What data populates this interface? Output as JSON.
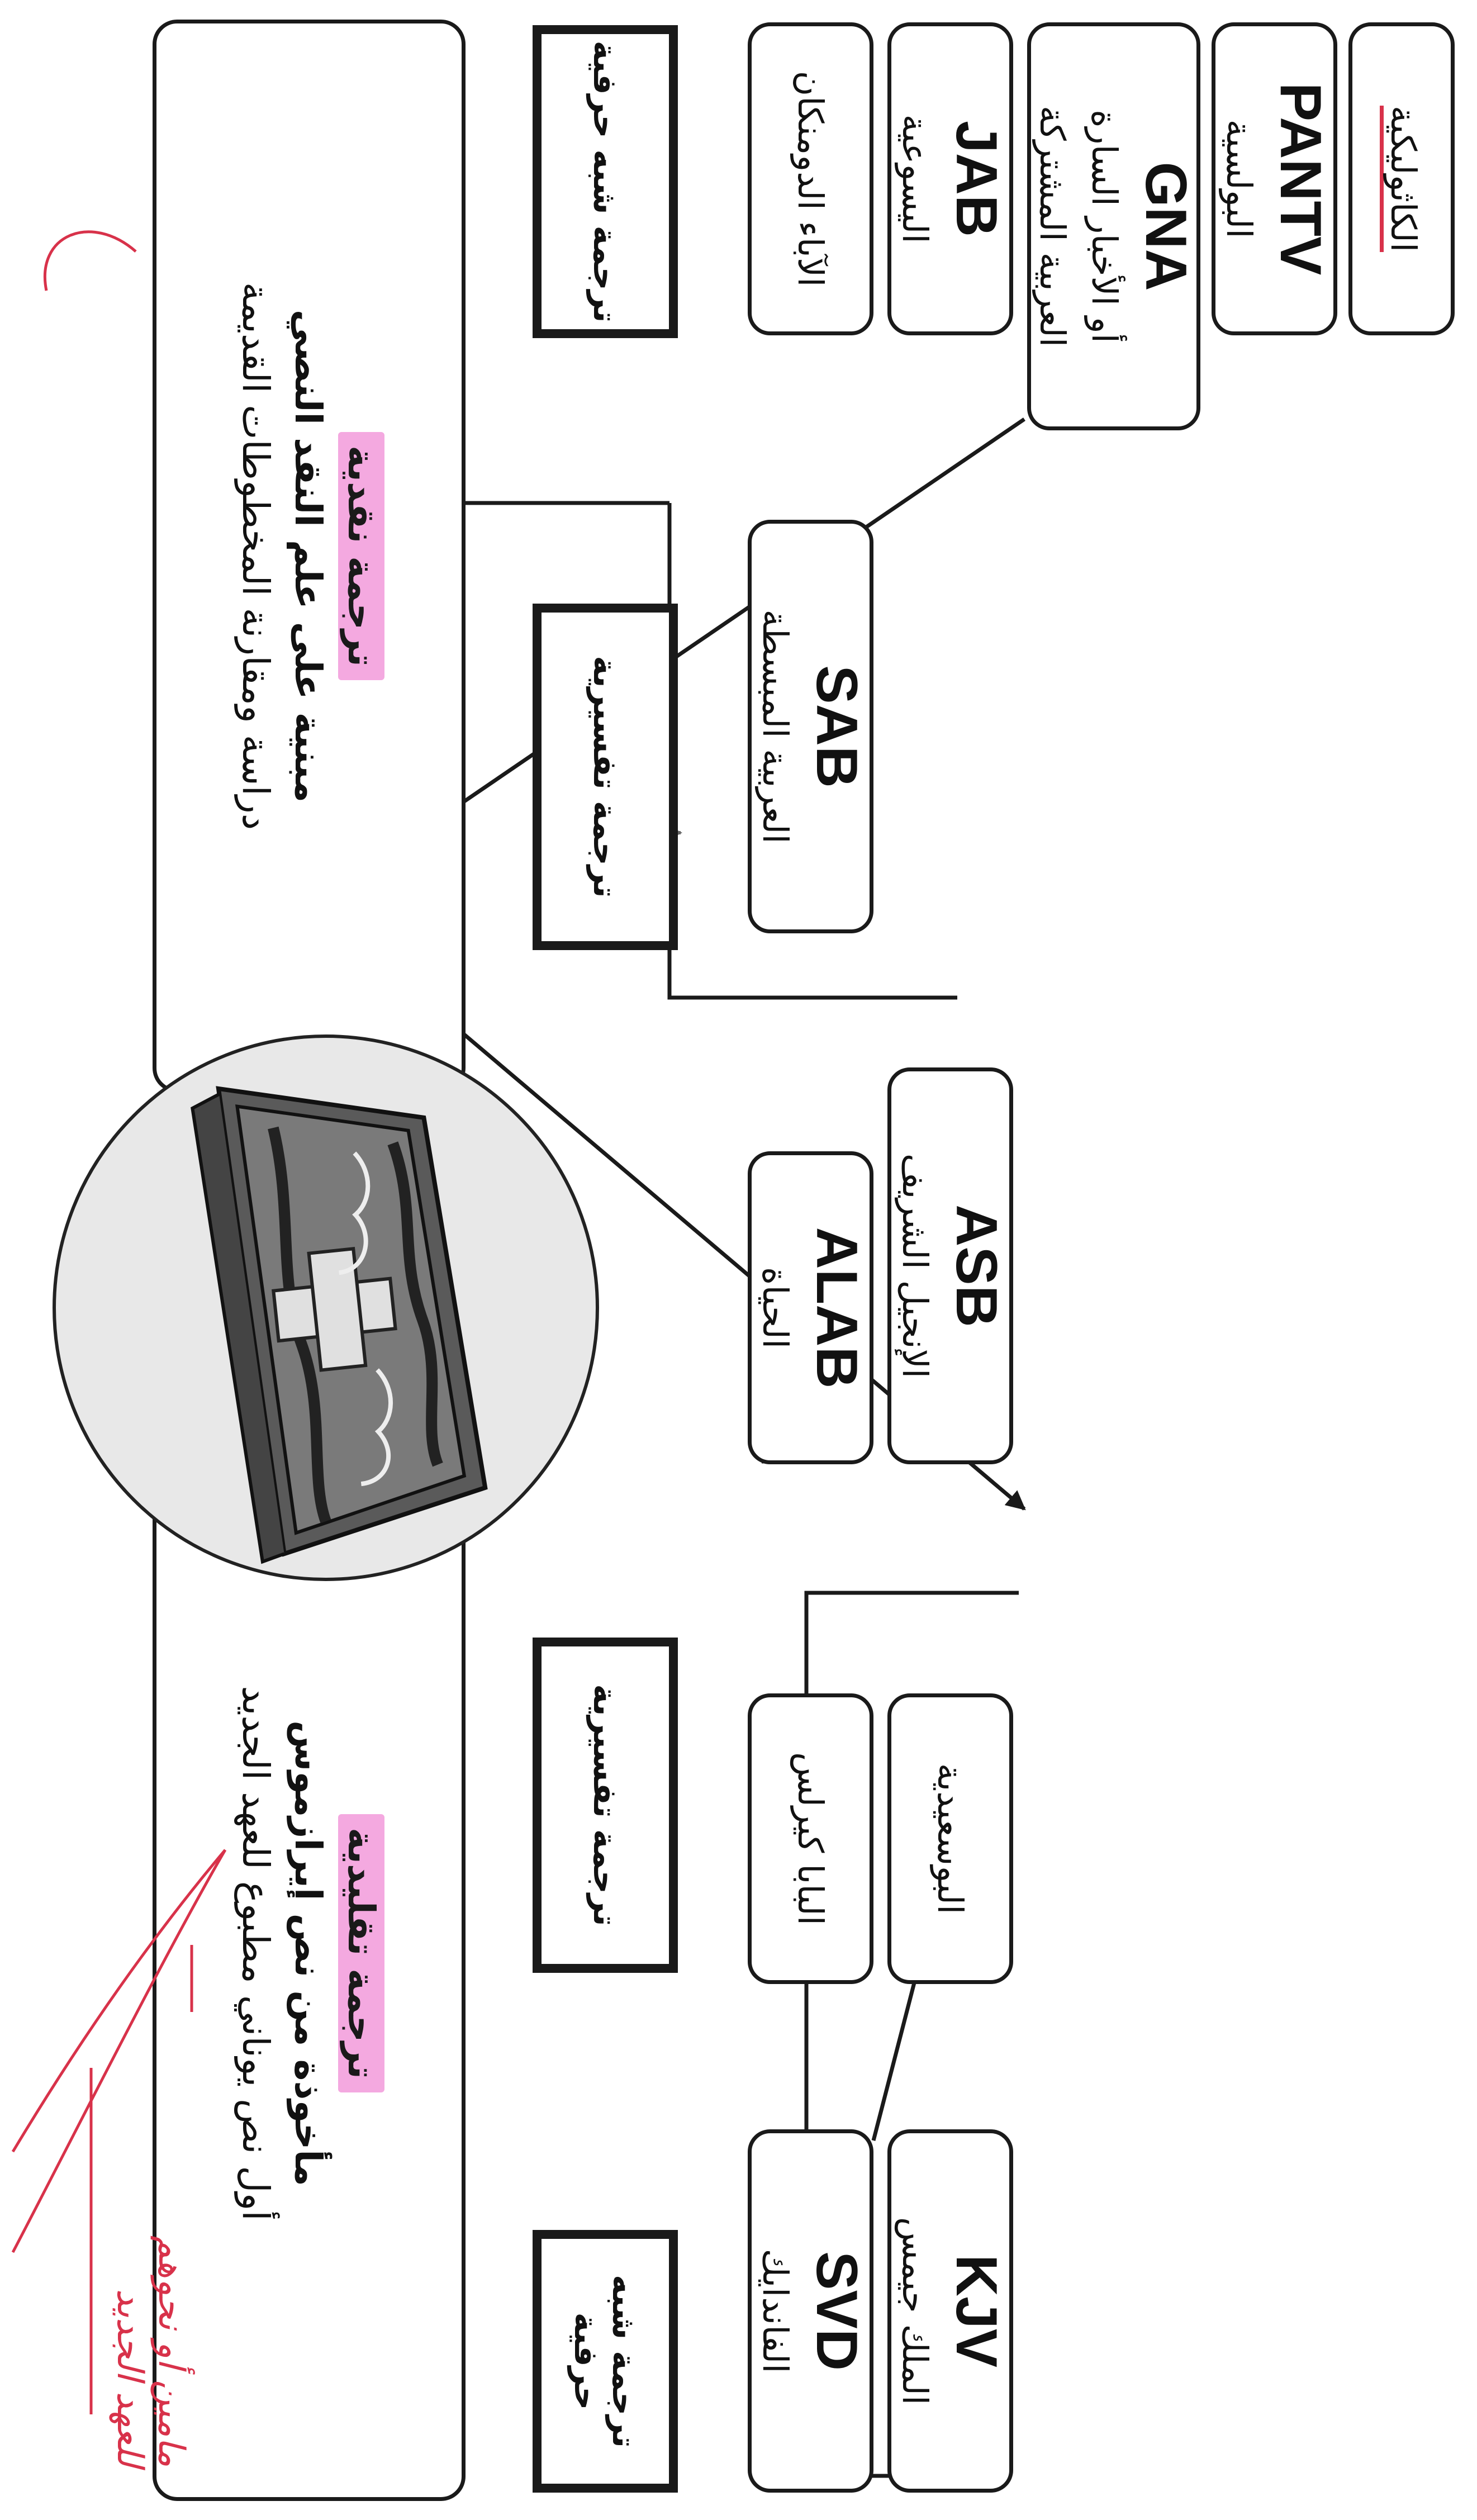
{
  "traditional": {
    "label": "ترجمة تقليدية",
    "line1": "مأخوذة من نص إيرازموس",
    "line2": "أول نص يوناني مطبوع للعهد الجديد"
  },
  "critical": {
    "label": "ترجمة نقدية",
    "line1": "مبنية على علم النقد النصي",
    "line2": "دراسة ومقارنة المخطوطات القديمة"
  },
  "categories": {
    "trad_literal": "ترجمة شبه حرفية",
    "trad_dynamic": "ترجمة تفسيرية",
    "crit_dynamic": "ترجمة تفسيرية",
    "crit_literal": "ترجمة شبه حرفية"
  },
  "bibles": {
    "svd": {
      "code": "SVD",
      "name": "الفاندايك"
    },
    "kjv": {
      "code": "KJV",
      "name": "الملك جيمس"
    },
    "pope": {
      "name": "البابا كيرلس"
    },
    "boulos": {
      "name": "البوسعيدية"
    },
    "alab": {
      "code": "ALAB",
      "name": "الحياة"
    },
    "asb": {
      "code": "ASB",
      "name": "الإنجيل الشريف"
    },
    "sab": {
      "code": "SAB",
      "name": "العربية المبسطة"
    },
    "dominican": {
      "name": "الآباء الدومنكان"
    },
    "jab": {
      "code": "JAB",
      "name": "اليسوعية"
    },
    "gna": {
      "code": "GNA",
      "line1": "العربية المشتركة",
      "line2": "أو الأخبار السارة"
    },
    "pantv": {
      "code": "PANTV",
      "name": "البولسية"
    },
    "catholic": {
      "name": "الكاثوليكية"
    }
  },
  "annotations": {
    "note_line1": "مامين أو نحوهم",
    "note_line2": "للعهد الجديد"
  },
  "colors": {
    "ink": "#d8324a",
    "highlight": "#f4a9e0",
    "line": "#1a1a1a",
    "arrow_gray": "#666666"
  }
}
